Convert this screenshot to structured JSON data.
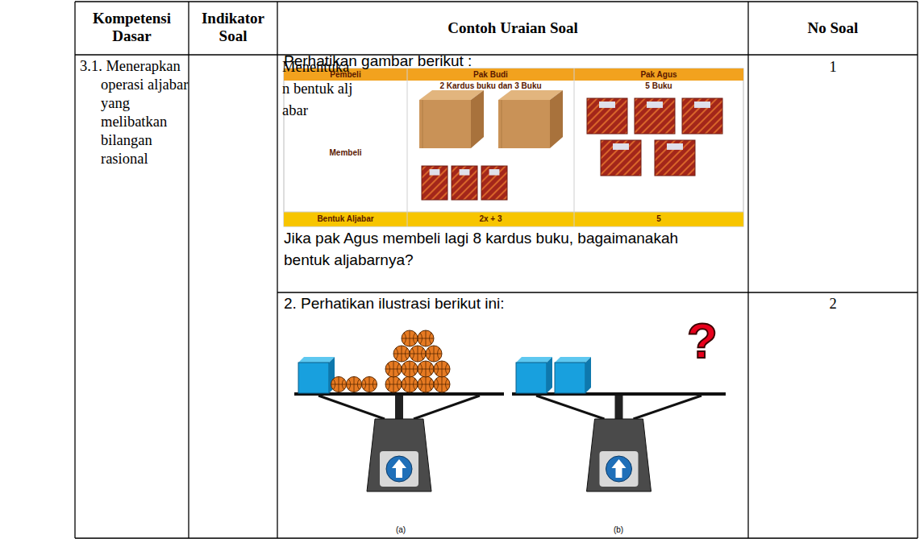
{
  "diagram": {
    "labels": [
      "Kompetensi Dasar",
      "Indikator Soal",
      "Contoh Uraian Soal",
      "No Soal",
      "3.1. Menerapkan operasi aljabar yang melibatkan bilangan rasional",
      "Menentukan bentuk aljabar",
      "Perhatikan gambar berikut :",
      "Pembeli",
      "Pak Budi",
      "Pak Agus",
      "2 Kardus buku dan 3 Buku",
      "5 Buku",
      "Membeli",
      "Bentuk Aljabar",
      "2x + 3",
      "5",
      "Jika pak Agus membeli lagi 8 kardus buku, bagaimanakah bentuk aljabarnya?",
      "1",
      "2. Perhatikan ilustrasi berikut ini:",
      "?",
      "(a)",
      "(b)",
      "2"
    ]
  }
}
